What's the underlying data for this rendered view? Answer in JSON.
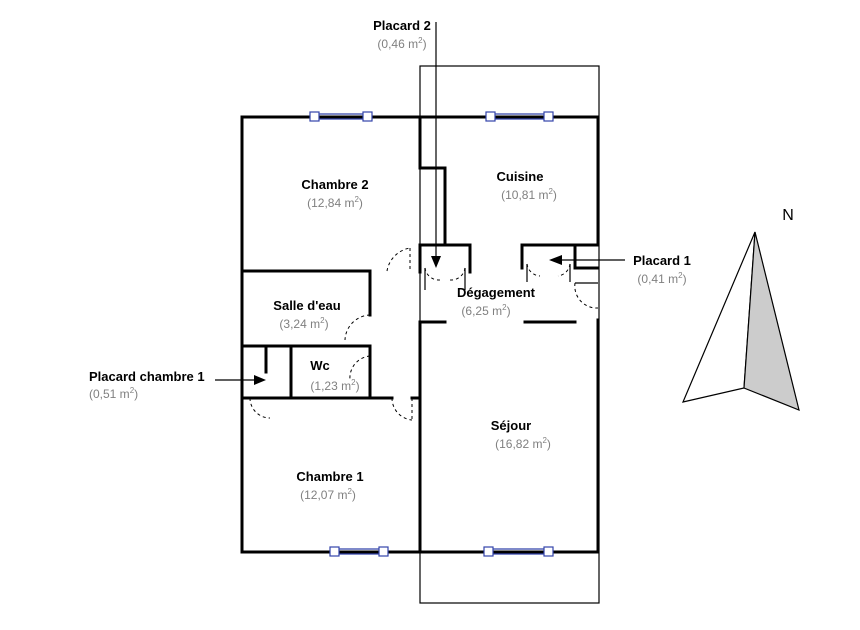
{
  "rooms": {
    "chambre2": {
      "name": "Chambre 2",
      "area_value": "(12,84 m",
      "area_close": ")"
    },
    "cuisine": {
      "name": "Cuisine",
      "area_value": "(10,81 m",
      "area_close": ")"
    },
    "salle_deau": {
      "name": "Salle d'eau",
      "area_value": "(3,24 m",
      "area_close": ")"
    },
    "degagement": {
      "name": "Dégagement",
      "area_value": "(6,25 m",
      "area_close": ")"
    },
    "wc": {
      "name": "Wc",
      "area_value": "(1,23 m",
      "area_close": ")"
    },
    "sejour": {
      "name": "Séjour",
      "area_value": "(16,82 m",
      "area_close": ")"
    },
    "chambre1": {
      "name": "Chambre 1",
      "area_value": "(12,07 m",
      "area_close": ")"
    }
  },
  "callouts": {
    "placard2": {
      "name": "Placard 2",
      "area_value": "(0,46 m",
      "area_close": ")"
    },
    "placard1": {
      "name": "Placard 1",
      "area_value": "(0,41 m",
      "area_close": ")"
    },
    "placard_chambre1": {
      "name": "Placard chambre 1",
      "area_value": "(0,51 m",
      "area_close": ")"
    }
  },
  "units": {
    "squared": "2"
  },
  "compass": {
    "label": "N"
  },
  "colors": {
    "walls": "#000000",
    "windows": "#3344aa",
    "area_text": "#808080",
    "compass_fill": "#cccccc"
  }
}
